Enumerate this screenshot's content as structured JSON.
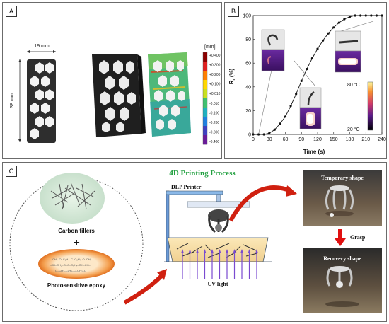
{
  "panel_a": {
    "label": "A",
    "dim_width": "19 mm",
    "dim_height": "38 mm",
    "colorbar": {
      "unit": "[mm]",
      "ticks": [
        "+0.400",
        "+0.300",
        "+0.200",
        "+0.100",
        "+0.010",
        "-0.010",
        "-0.100",
        "-0.200",
        "-0.300",
        "-0.400"
      ],
      "colors": [
        "#8b0000",
        "#e02020",
        "#ff7f00",
        "#ffd700",
        "#c8e020",
        "#40c070",
        "#20b0c0",
        "#2080e0",
        "#4040c0",
        "#6a1b9a"
      ]
    }
  },
  "panel_b": {
    "label": "B",
    "heat_bar": {
      "top_label": "80 °C",
      "bottom_label": "20 °C"
    },
    "chart_data": {
      "type": "line",
      "xlabel": "Time (s)",
      "ylabel": "R",
      "ylabel_sub": "r",
      "ylabel_unit": " (%)",
      "xlim": [
        0,
        240
      ],
      "ylim": [
        0,
        100
      ],
      "xticks": [
        0,
        30,
        60,
        90,
        120,
        150,
        180,
        210,
        240
      ],
      "yticks": [
        0,
        20,
        40,
        60,
        80,
        100
      ],
      "series": [
        {
          "x": [
            0,
            10,
            20,
            30,
            40,
            50,
            60,
            70,
            80,
            90,
            100,
            110,
            120,
            130,
            140,
            150,
            160,
            170,
            180,
            190,
            200,
            210,
            220,
            230,
            240
          ],
          "y": [
            0,
            0,
            0,
            1,
            4,
            9,
            15,
            24,
            34,
            45,
            55,
            64,
            72,
            79,
            85,
            90,
            94,
            97,
            99,
            100,
            100,
            100,
            100,
            100,
            100
          ]
        }
      ]
    }
  },
  "panel_c": {
    "label": "C",
    "title": "4D Printing Process",
    "carbon_fillers": "Carbon fillers",
    "plus_sign": "+",
    "photosensitive_epoxy": "Photosensitive epoxy",
    "dlp_printer": "DLP Printer",
    "uv_light": "UV light",
    "temporary_shape": "Temporary shape",
    "grasp": "Grasp",
    "recovery_shape": "Recovery shape"
  }
}
